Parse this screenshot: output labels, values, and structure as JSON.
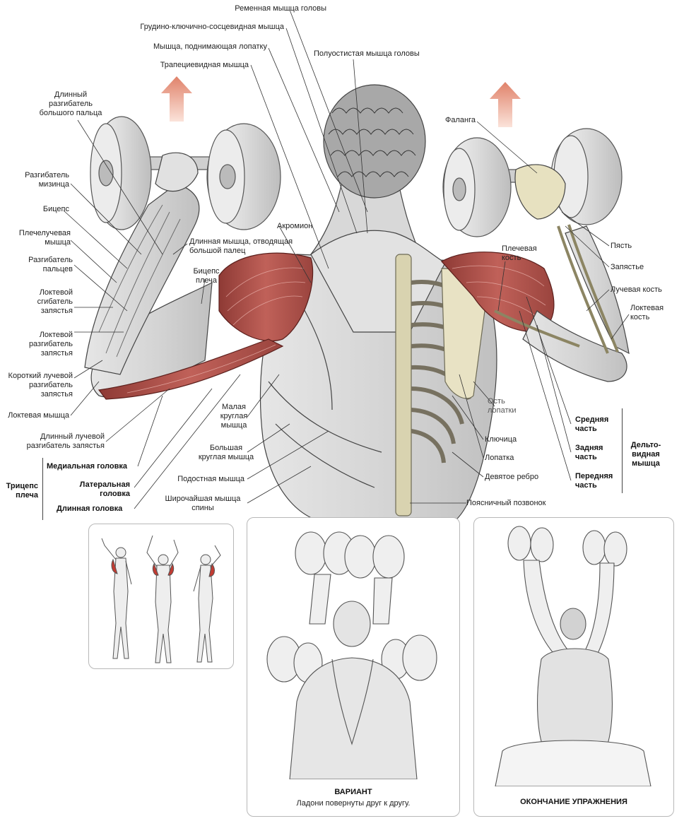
{
  "labels": {
    "remennaya": "Ременная мышца головы",
    "grudino": "Грудино-ключично-сосцевидная мышца",
    "podnimayushaya": "Мышца, поднимающая лопатку",
    "trapecievidnaya": "Трапециевидная мышца",
    "polustistaya": "Полуостистая мышца головы",
    "dlinny_razgibatel": "Длинный\nразгибатель\nбольшого пальца",
    "razgibatel_miz": "Разгибатель\nмизинца",
    "biceps": "Бицепс",
    "plecheluchevaya": "Плечелучевая\nмышца",
    "razgibatel_palcev": "Разгибатель\nпальцев",
    "loktevoy_sgibatel": "Локтевой\nсгибатель\nзапястья",
    "loktevoy_razgibatel": "Локтевой\nразгибатель\nзапястья",
    "korotkiy": "Короткий лучевой\nразгибатель\nзапястья",
    "loktevaya_myshca": "Локтевая мышца",
    "dlinny_luchevoy": "Длинный лучевой\nразгибатель запястья",
    "dlinnaya_otvod": "Длинная мышца, отводящая\nбольшой палец",
    "akromion": "Акромион",
    "biceps_plecha": "Бицепс\nплеча",
    "falanga": "Фаланга",
    "plechevaya_kost": "Плечевая\nкость",
    "pyast": "Пясть",
    "zapyastye": "Запястье",
    "luchevaya_kost": "Лучевая кость",
    "loktevaya_kost": "Локтевая\nкость",
    "os_lopatki": "Ость\nлопатки",
    "klyuchica": "Ключица",
    "lopatka": "Лопатка",
    "devyatoe_rebro": "Девятое ребро",
    "poyasnichny": "Поясничный позвонок",
    "malaya_kruglaya": "Малая\nкруглая\nмышца",
    "bolshaya_kruglaya": "Большая\nкруглая мышца",
    "podostnaya": "Подостная мышца",
    "shirochayshaya": "Широчайшая мышца\nспины",
    "srednyaya": "Средняя\nчасть",
    "zadnyaya": "Задняя\nчасть",
    "perednyaya": "Передняя\nчасть",
    "deltovidnaya": "Дельто-\nвидная\nмышца",
    "medialnaya": "Медиальная головка",
    "lateralnaya": "Латеральная\nголовка",
    "dlinnaya_golovka": "Длинная головка",
    "triceps": "Трицепс\nплеча"
  },
  "panels": {
    "variant_title": "ВАРИАНТ",
    "variant_sub": "Ладони повернуты друг к другу.",
    "end_title": "ОКОНЧАНИЕ УПРАЖНЕНИЯ"
  },
  "colors": {
    "deltoid": "#b5504a",
    "bone": "#e7e1c0",
    "arrow": "#e0826a",
    "line": "#333333"
  }
}
